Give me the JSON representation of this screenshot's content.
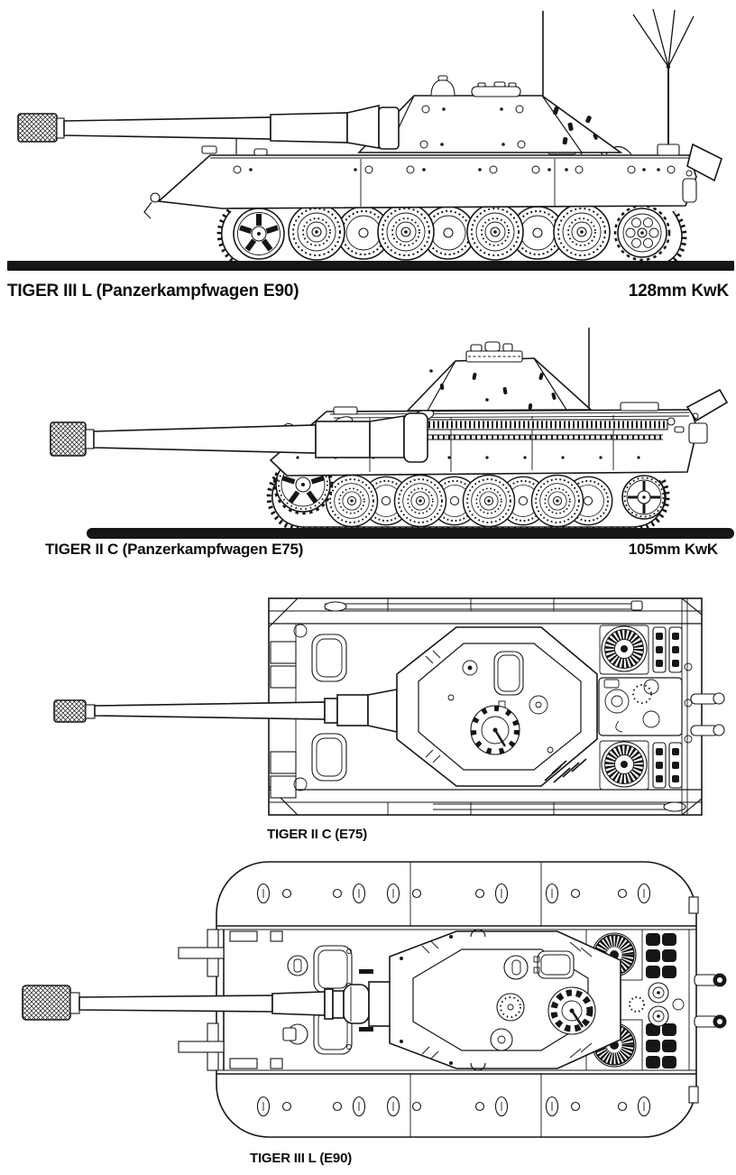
{
  "sheet": {
    "background": "#ffffff",
    "ink": "#161616"
  },
  "figures": [
    {
      "id": "tiger3l-side",
      "view": "side",
      "caption": "TIGER III L (Panzerkampfwagen E90)",
      "armament": "128mm KwK"
    },
    {
      "id": "tiger2c-side",
      "view": "side",
      "caption": "TIGER II C (Panzerkampfwagen E75)",
      "armament": "105mm KwK"
    },
    {
      "id": "tiger2c-top",
      "view": "top",
      "caption": "TIGER II C (E75)"
    },
    {
      "id": "tiger3l-top",
      "view": "top",
      "caption": "TIGER III L (E90)"
    }
  ]
}
